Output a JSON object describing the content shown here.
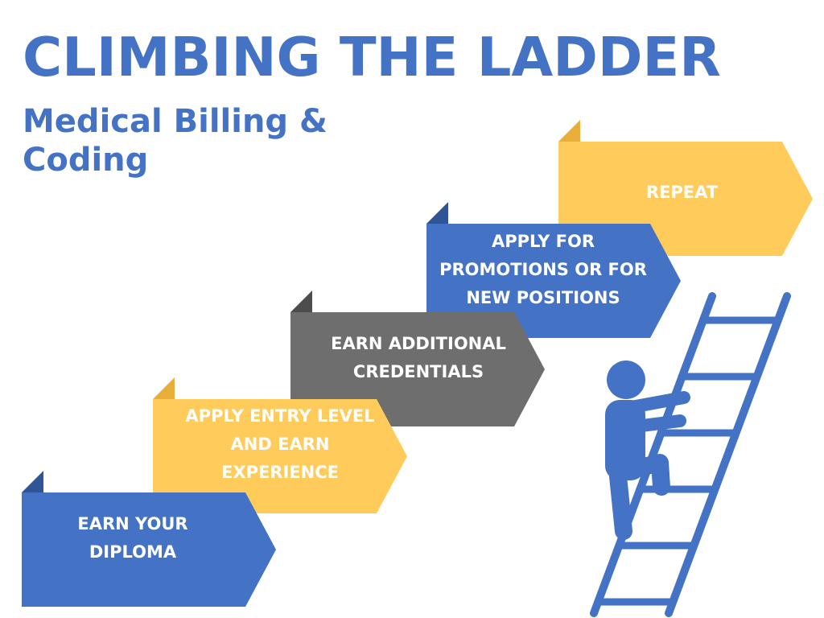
{
  "header": {
    "title": "CLIMBING THE LADDER",
    "subtitle": "Medical Billing & Coding"
  },
  "colors": {
    "blue": "#4472c4",
    "blue_dark": "#2f5597",
    "yellow": "#ffcc5c",
    "yellow_dark": "#e8b03a",
    "gray": "#6e6e6e",
    "gray_dark": "#4d4d4d"
  },
  "steps": [
    {
      "label": "EARN YOUR DIPLOMA",
      "color": "blue"
    },
    {
      "label": "APPLY ENTRY LEVEL AND EARN EXPERIENCE",
      "color": "yellow"
    },
    {
      "label": "EARN ADDITIONAL CREDENTIALS",
      "color": "gray"
    },
    {
      "label": "APPLY FOR PROMOTIONS OR FOR NEW POSITIONS",
      "color": "blue"
    },
    {
      "label": "REPEAT",
      "color": "yellow"
    }
  ],
  "illustration": {
    "figure_icon": "person-climbing-icon",
    "ladder_icon": "ladder-icon"
  }
}
